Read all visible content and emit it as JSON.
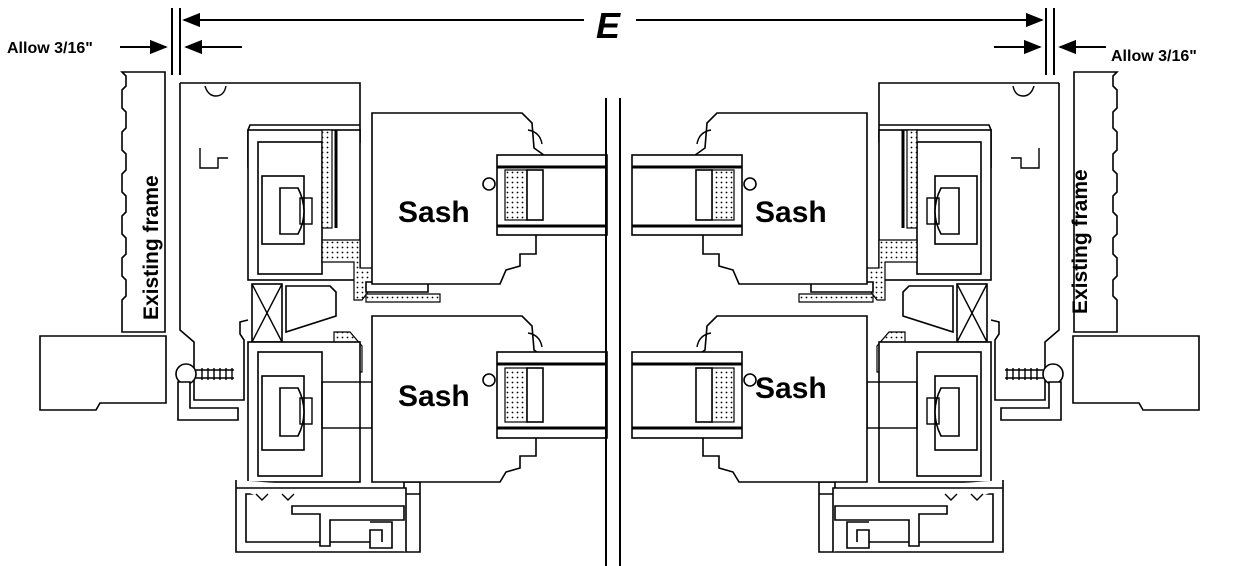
{
  "dimension": {
    "label": "E",
    "allowance_left": "Allow 3/16\"",
    "allowance_right": "Allow 3/16\""
  },
  "labels": {
    "existing_frame_left": "Existing frame",
    "existing_frame_right": "Existing frame",
    "sash_top_left": "Sash",
    "sash_top_right": "Sash",
    "sash_bottom_left": "Sash",
    "sash_bottom_right": "Sash"
  }
}
